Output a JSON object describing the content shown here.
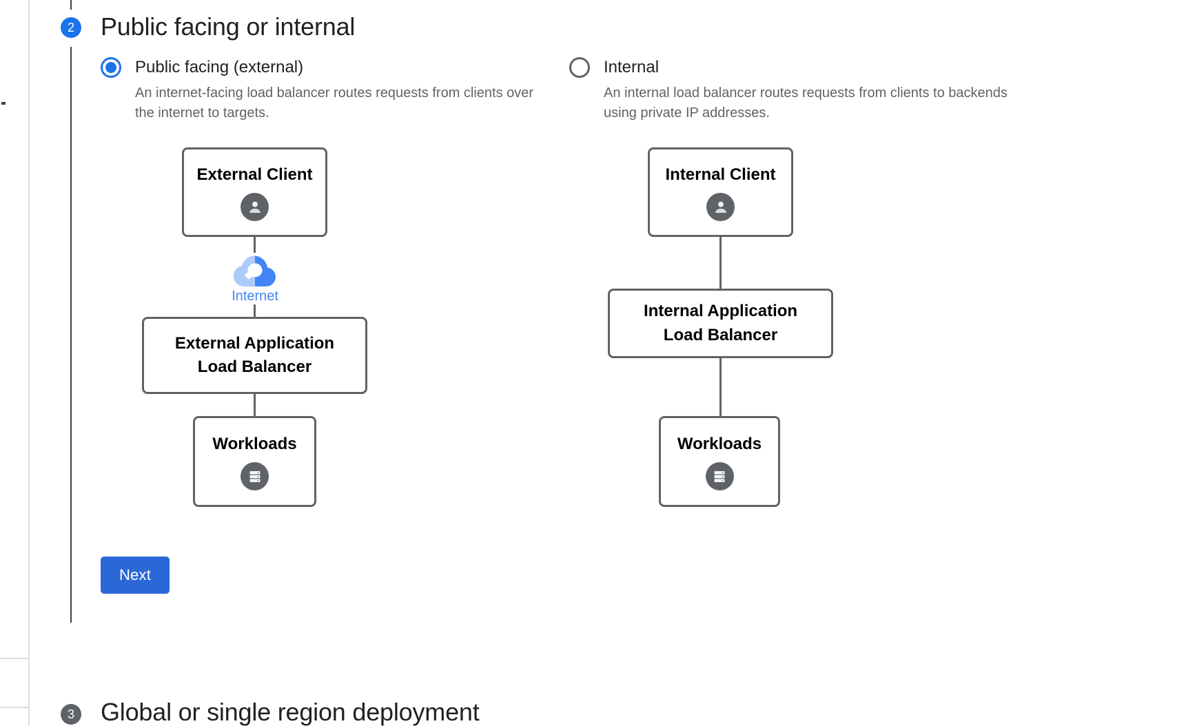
{
  "steps": {
    "current": {
      "number": "2",
      "title": "Public facing or internal"
    },
    "next": {
      "number": "3",
      "title": "Global or single region deployment"
    }
  },
  "options": [
    {
      "id": "public-facing",
      "label": "Public facing (external)",
      "description": "An internet-facing load balancer routes requests from clients over the internet to targets.",
      "selected": true
    },
    {
      "id": "internal",
      "label": "Internal",
      "description": "An internal load balancer routes requests from clients to backends using private IP addresses.",
      "selected": false
    }
  ],
  "diagrams": {
    "external": {
      "client": {
        "title": "External Client",
        "icon": "person-icon"
      },
      "cloud": {
        "label": "Internet",
        "icon": "google-cloud-icon"
      },
      "load_balancer": {
        "line1": "External Application",
        "line2": "Load Balancer"
      },
      "workloads": {
        "title": "Workloads",
        "icon": "database-icon"
      }
    },
    "internal": {
      "client": {
        "title": "Internal Client",
        "icon": "person-icon"
      },
      "load_balancer": {
        "line1": "Internal Application",
        "line2": "Load Balancer"
      },
      "workloads": {
        "title": "Workloads",
        "icon": "database-icon"
      }
    }
  },
  "actions": {
    "next_label": "Next"
  },
  "colors": {
    "accent_blue": "#1a73e8",
    "button_blue": "#2a68d8",
    "internet_blue": "#4285f4",
    "node_border": "#5f6368",
    "step_inactive": "#5f6368",
    "text_primary": "#202124",
    "text_secondary": "#5f6368"
  }
}
